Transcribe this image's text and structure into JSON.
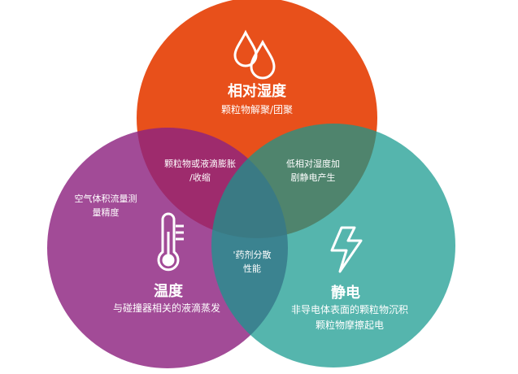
{
  "colors": {
    "humidity": "#e8501b",
    "temperature": "#8e2380",
    "static": "#14998e"
  },
  "humidity": {
    "icon": "water-drops-icon",
    "title": "相对湿度",
    "subtitle": "颗粒物解聚/团聚"
  },
  "temperature": {
    "icon": "thermometer-icon",
    "title": "温度",
    "subtitle": "与碰撞器相关的液滴蒸发",
    "note_line1": "空气体积流量测",
    "note_line2": "量精度"
  },
  "static": {
    "icon": "lightning-icon",
    "title": "静电",
    "subtitle_line1": "非导电体表面的颗粒物沉积",
    "subtitle_line2": "颗粒物摩擦起电"
  },
  "overlaps": {
    "humidity_temperature": {
      "line1": "颗粒物或液滴膨胀",
      "line2": "/收缩"
    },
    "humidity_static": {
      "line1": "低相对湿度加",
      "line2": "剧静电产生"
    },
    "temperature_static": {
      "line1": "'药剂分散",
      "line2": "性能"
    }
  }
}
